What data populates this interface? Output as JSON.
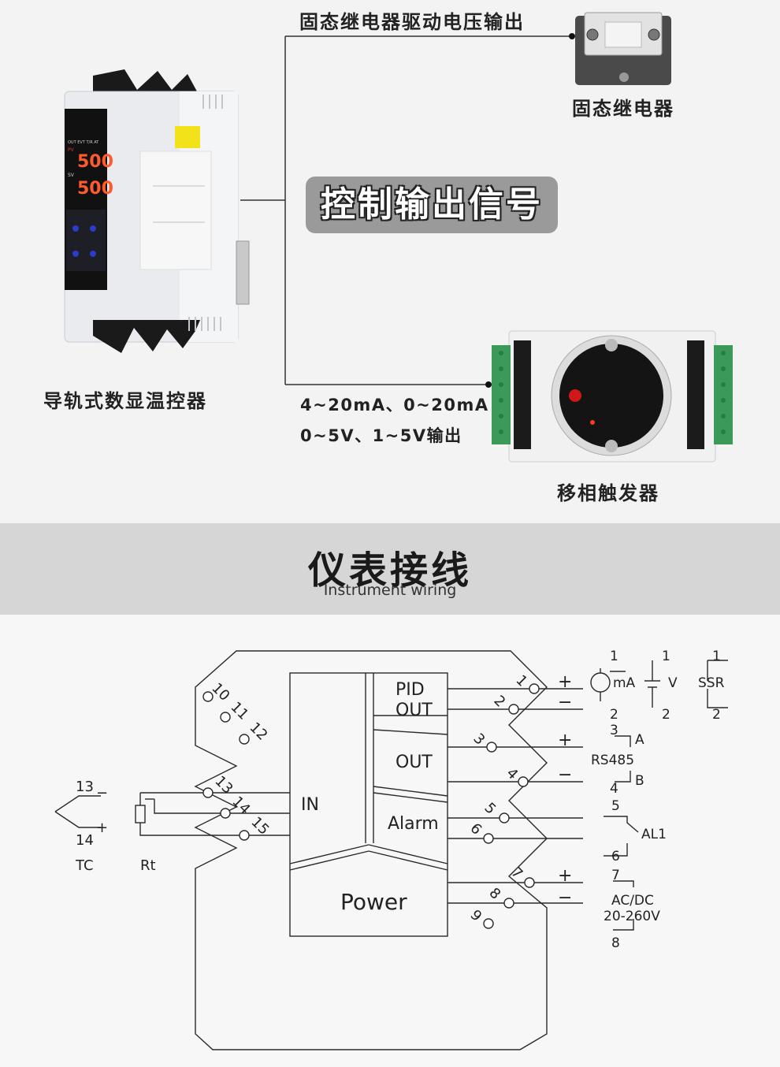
{
  "top": {
    "ssr_voltage_output": "固态继电器驱动电压输出",
    "ssr_label": "固态继电器",
    "control_output_signal": "控制输出信号",
    "controller_label": "导轨式数显温控器",
    "analog_signals_line1": "4~20mA、0~20mA",
    "analog_signals_line2": "0~5V、1~5V输出",
    "trigger_label": "移相触发器"
  },
  "device": {
    "pv_value": "500",
    "sv_value": "500"
  },
  "band": {
    "title": "仪表接线",
    "subtitle": "Instrument wiring"
  },
  "wiring": {
    "blocks": {
      "pid_out_1": "PID",
      "pid_out_2": "OUT",
      "out": "OUT",
      "alarm": "Alarm",
      "in": "IN",
      "power": "Power"
    },
    "left_terminals": [
      "10",
      "11",
      "12",
      "13",
      "14",
      "15"
    ],
    "right_terminals": [
      "1",
      "2",
      "3",
      "4",
      "5",
      "6",
      "7",
      "8",
      "9"
    ],
    "tc": {
      "label": "TC",
      "t1": "13",
      "t2": "14",
      "minus": "−",
      "plus": "+"
    },
    "rt": {
      "label": "Rt"
    },
    "signs": {
      "plus": "+",
      "minus": "−"
    },
    "analog": {
      "ma": "mA",
      "v": "V",
      "ssr": "SSR",
      "n1": "1",
      "n2": "2"
    },
    "rs485": {
      "label": "RS485",
      "n3": "3",
      "n4": "4",
      "a": "A",
      "b": "B"
    },
    "alarm_out": {
      "label": "AL1",
      "n5": "5",
      "n6": "6"
    },
    "power_in": {
      "label1": "AC/DC",
      "label2": "20-260V",
      "n7": "7",
      "n8": "8"
    }
  }
}
